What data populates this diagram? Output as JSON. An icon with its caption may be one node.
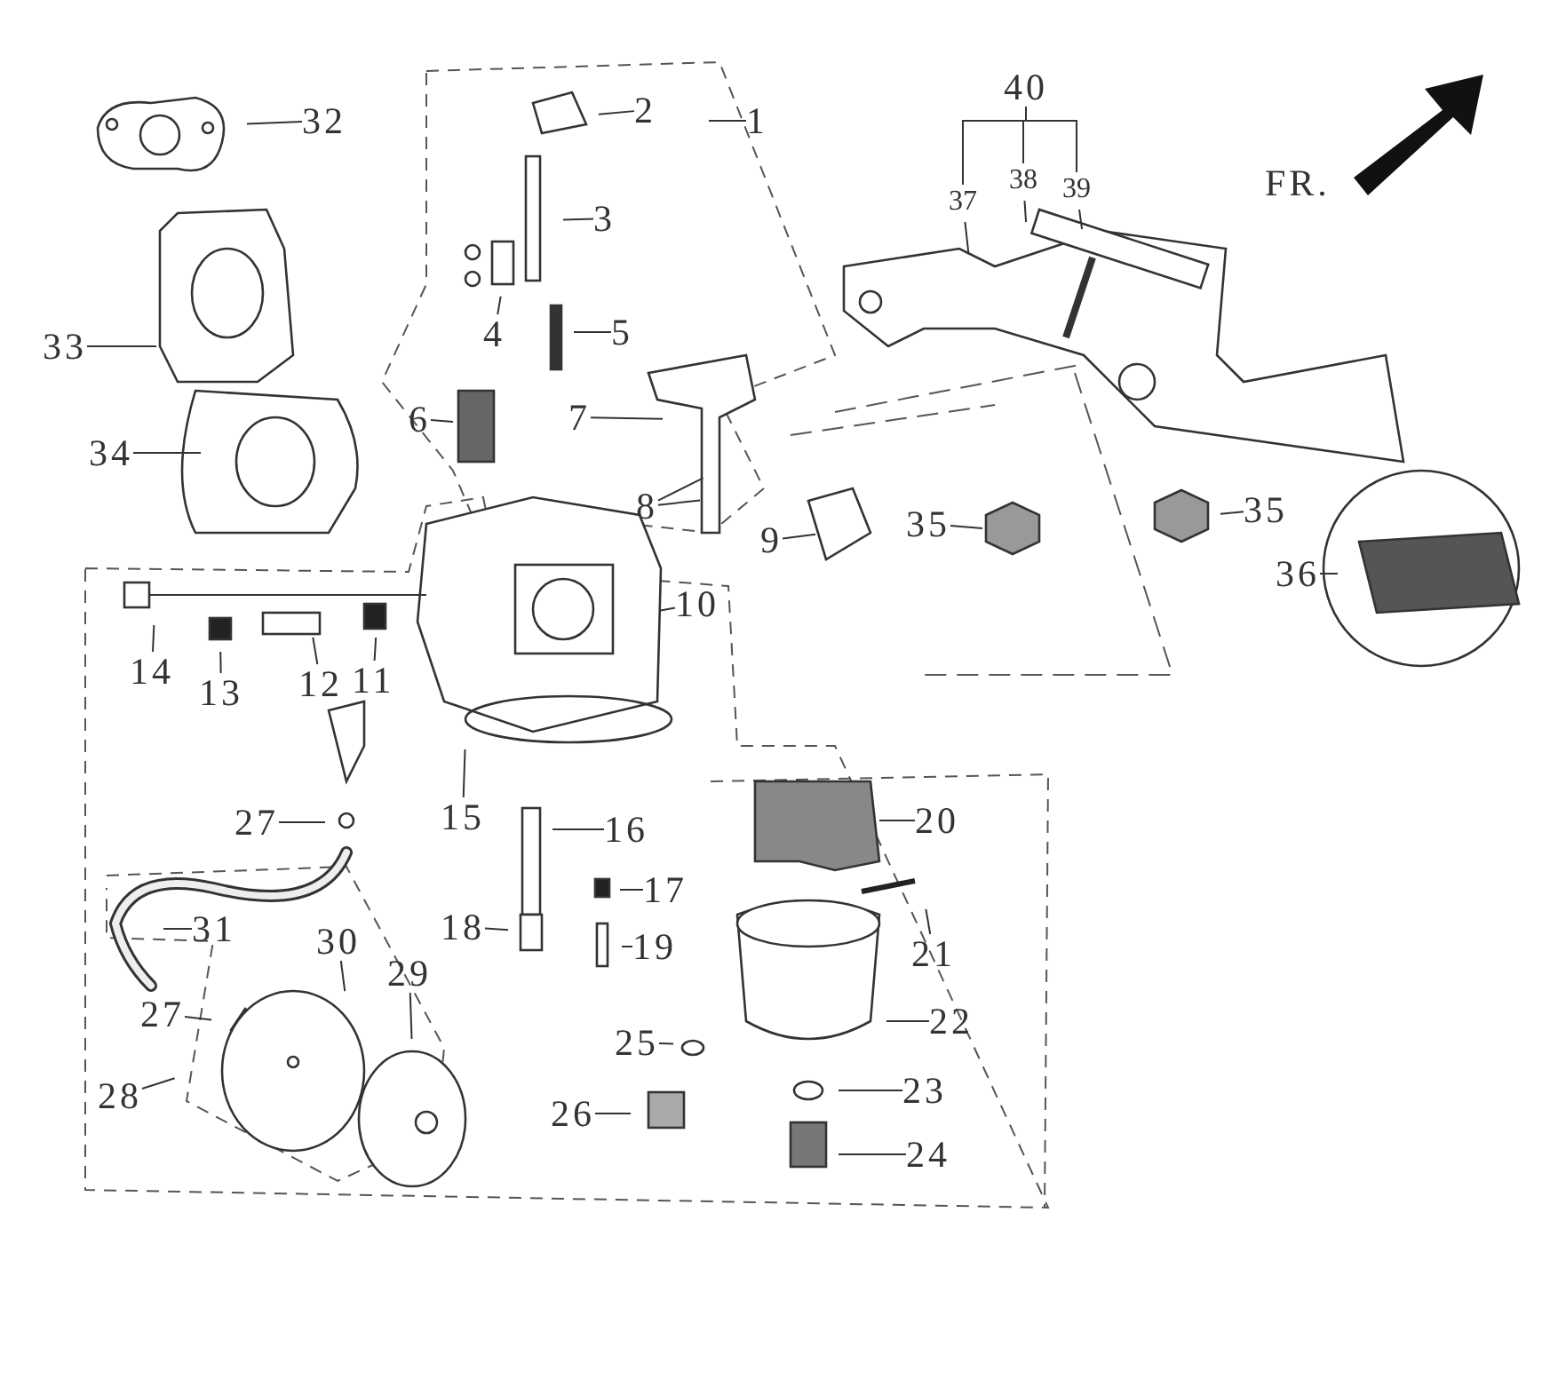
{
  "diagram": {
    "nodes": [
      {
        "text": [
          "1"
        ]
      },
      {
        "text": [
          "2"
        ]
      },
      {
        "text": [
          "3"
        ]
      },
      {
        "text": [
          "4"
        ]
      },
      {
        "text": [
          "5"
        ]
      },
      {
        "text": [
          "6"
        ]
      },
      {
        "text": [
          "7"
        ]
      },
      {
        "text": [
          "8"
        ]
      },
      {
        "text": [
          "9"
        ]
      },
      {
        "text": [
          "10"
        ]
      },
      {
        "text": [
          "11"
        ]
      },
      {
        "text": [
          "12"
        ]
      },
      {
        "text": [
          "13"
        ]
      },
      {
        "text": [
          "14"
        ]
      },
      {
        "text": [
          "15"
        ]
      },
      {
        "text": [
          "16"
        ]
      },
      {
        "text": [
          "17"
        ]
      },
      {
        "text": [
          "18"
        ]
      },
      {
        "text": [
          "19"
        ]
      },
      {
        "text": [
          "20"
        ]
      },
      {
        "text": [
          "21"
        ]
      },
      {
        "text": [
          "22"
        ]
      },
      {
        "text": [
          "23"
        ]
      },
      {
        "text": [
          "24"
        ]
      },
      {
        "text": [
          "25"
        ]
      },
      {
        "text": [
          "26"
        ]
      },
      {
        "text": [
          "27"
        ]
      },
      {
        "text": [
          "31"
        ]
      },
      {
        "text": [
          "30"
        ]
      },
      {
        "text": [
          "29"
        ]
      },
      {
        "text": [
          "27"
        ]
      },
      {
        "text": [
          "28"
        ]
      },
      {
        "text": [
          "32"
        ]
      },
      {
        "text": [
          "33"
        ]
      },
      {
        "text": [
          "34"
        ]
      },
      {
        "text": [
          "37"
        ]
      },
      {
        "text": [
          "38"
        ]
      },
      {
        "text": [
          "39"
        ]
      },
      {
        "text": [
          "35"
        ]
      },
      {
        "text": [
          "35"
        ]
      },
      {
        "text": [
          "36"
        ]
      },
      {
        "text": [
          "40"
        ]
      }
    ],
    "edges": [
      {
        "from": 0,
        "to": null,
        "arrow": "none"
      },
      {
        "from": 1,
        "to": null,
        "arrow": "none"
      },
      {
        "from": 2,
        "to": null,
        "arrow": "none"
      },
      {
        "from": 3,
        "to": null,
        "arrow": "none"
      },
      {
        "from": 4,
        "to": null,
        "arrow": "none"
      },
      {
        "from": 5,
        "to": null,
        "arrow": "none"
      },
      {
        "from": 6,
        "to": null,
        "arrow": "none"
      },
      {
        "from": 7,
        "to": null,
        "arrow": "none"
      },
      {
        "from": 7,
        "to": null,
        "arrow": "none"
      },
      {
        "from": 8,
        "to": null,
        "arrow": "none"
      },
      {
        "from": 9,
        "to": null,
        "arrow": "none"
      },
      {
        "from": 10,
        "to": null,
        "arrow": "none"
      },
      {
        "from": 11,
        "to": null,
        "arrow": "none"
      },
      {
        "from": 12,
        "to": null,
        "arrow": "none"
      },
      {
        "from": 13,
        "to": null,
        "arrow": "none"
      },
      {
        "from": 14,
        "to": null,
        "arrow": "none"
      },
      {
        "from": 15,
        "to": null,
        "arrow": "none"
      },
      {
        "from": 16,
        "to": null,
        "arrow": "none"
      },
      {
        "from": 17,
        "to": null,
        "arrow": "none"
      },
      {
        "from": 18,
        "to": null,
        "arrow": "none"
      },
      {
        "from": 19,
        "to": null,
        "arrow": "none"
      },
      {
        "from": 20,
        "to": null,
        "arrow": "none"
      },
      {
        "from": 21,
        "to": null,
        "arrow": "none"
      },
      {
        "from": 22,
        "to": null,
        "arrow": "none"
      },
      {
        "from": 23,
        "to": null,
        "arrow": "none"
      },
      {
        "from": 24,
        "to": null,
        "arrow": "none"
      },
      {
        "from": 25,
        "to": null,
        "arrow": "none"
      },
      {
        "from": 26,
        "to": null,
        "arrow": "none"
      },
      {
        "from": 27,
        "to": null,
        "arrow": "none"
      },
      {
        "from": 28,
        "to": null,
        "arrow": "none"
      },
      {
        "from": 29,
        "to": null,
        "arrow": "none"
      },
      {
        "from": 30,
        "to": null,
        "arrow": "none"
      },
      {
        "from": 31,
        "to": null,
        "arrow": "none"
      },
      {
        "from": 32,
        "to": null,
        "arrow": "none"
      },
      {
        "from": 33,
        "to": null,
        "arrow": "none"
      },
      {
        "from": 34,
        "to": null,
        "arrow": "none"
      },
      {
        "from": 35,
        "to": null,
        "arrow": "none"
      },
      {
        "from": 36,
        "to": null,
        "arrow": "none"
      },
      {
        "from": 37,
        "to": null,
        "arrow": "none"
      },
      {
        "from": 38,
        "to": null,
        "arrow": "none"
      },
      {
        "from": 39,
        "to": null,
        "arrow": "none"
      },
      {
        "from": 40,
        "to": null,
        "arrow": "none"
      },
      {
        "from": 41,
        "to": 35,
        "arrow": "none"
      },
      {
        "from": 41,
        "to": 36,
        "arrow": "none"
      },
      {
        "from": 41,
        "to": 37,
        "arrow": "none"
      }
    ],
    "labels": [
      "FR."
    ]
  }
}
